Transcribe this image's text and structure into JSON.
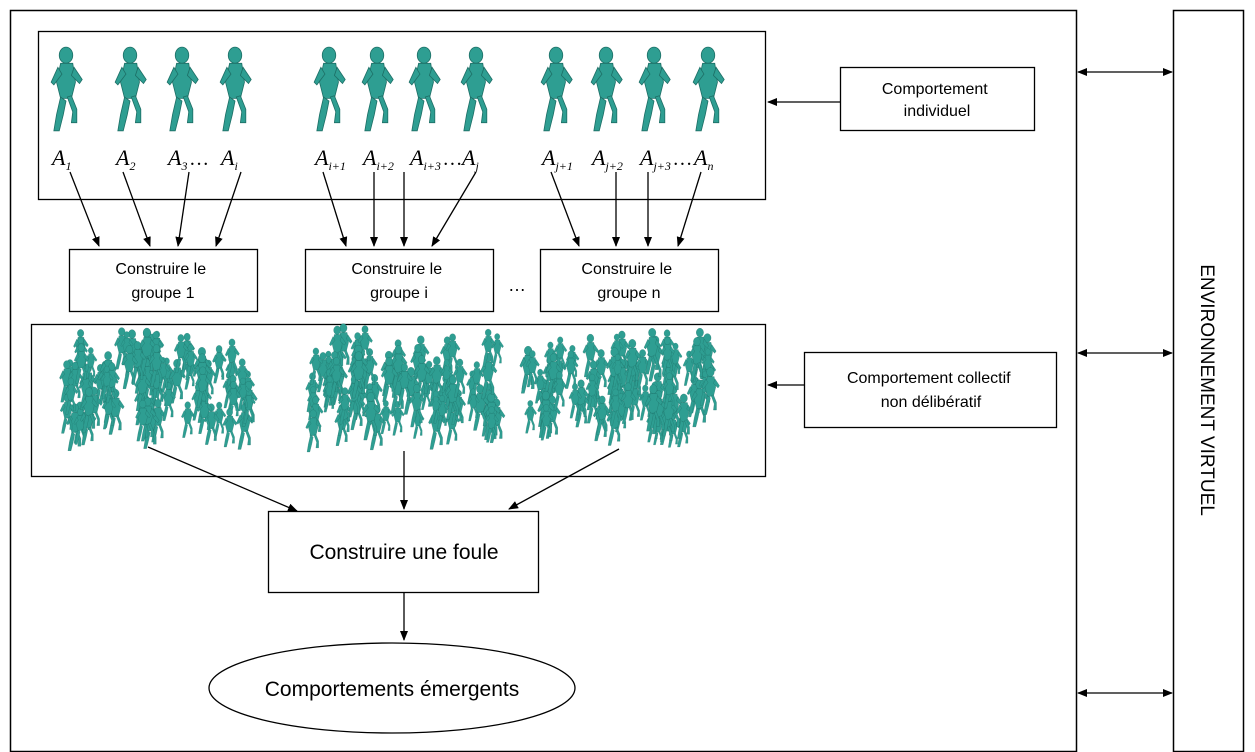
{
  "diagram": {
    "environment_label": "ENVIRONNEMENT VIRTUEL",
    "individual_behavior_label": [
      "Comportement",
      "individuel"
    ],
    "collective_behavior_label": [
      "Comportement collectif",
      "non délibératif"
    ],
    "agents": [
      {
        "base": "A",
        "sub": "1"
      },
      {
        "base": "A",
        "sub": "2"
      },
      {
        "base": "A",
        "sub": "3",
        "suffix": "…"
      },
      {
        "base": "A",
        "sub": "i"
      },
      {
        "base": "A",
        "sub": "i+1"
      },
      {
        "base": "A",
        "sub": "i+2"
      },
      {
        "base": "A",
        "sub": "i+3",
        "suffix": "…"
      },
      {
        "base": "A",
        "sub": "j"
      },
      {
        "base": "A",
        "sub": "j+1"
      },
      {
        "base": "A",
        "sub": "j+2"
      },
      {
        "base": "A",
        "sub": "j+3",
        "suffix": "…"
      },
      {
        "base": "A",
        "sub": "n"
      }
    ],
    "groups": [
      {
        "line1": "Construire le",
        "line2": "groupe 1"
      },
      {
        "line1": "Construire le",
        "line2": "groupe i"
      },
      {
        "line1": "Construire le",
        "line2": "groupe n"
      }
    ],
    "group_ellipsis": "…",
    "crowd_label": "Construire une foule",
    "emergent_label": "Comportements émergents",
    "figure_color": "#2e9e92"
  }
}
